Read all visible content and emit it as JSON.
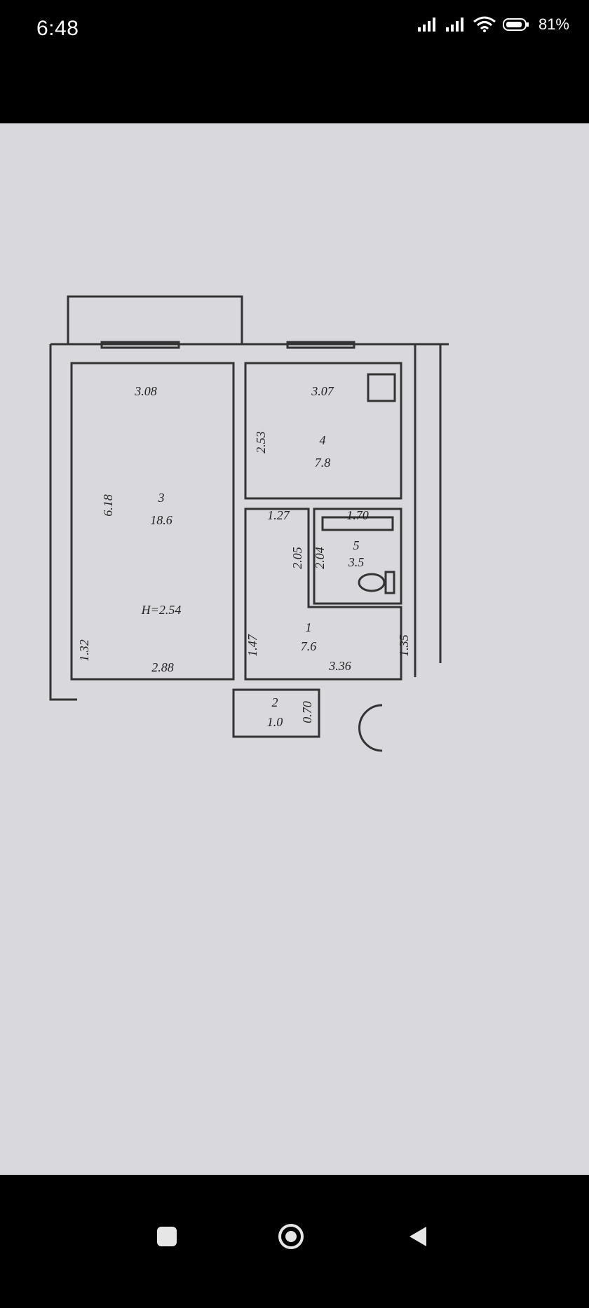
{
  "status_bar": {
    "time": "6:48",
    "battery": "81%"
  },
  "floor_plan": {
    "rooms": [
      {
        "number": "3",
        "area": "18.6"
      },
      {
        "number": "4",
        "area": "7.8"
      },
      {
        "number": "5",
        "area": "3.5"
      },
      {
        "number": "1",
        "area": "7.6"
      },
      {
        "number": "2",
        "area": "1.0"
      }
    ],
    "ceiling_height": "H=2.54",
    "dimensions": {
      "room3_top": "3.08",
      "room3_side": "6.18",
      "room3_bottom": "2.88",
      "room3_lower_left": "1.32",
      "kitchen_top": "3.07",
      "kitchen_side": "2.53",
      "hall_top": "1.27",
      "bath_top": "1.70",
      "hall_side_a": "2.05",
      "bath_side": "2.04",
      "hall_left": "1.47",
      "hall_right": "1.35",
      "hall_bottom": "3.36",
      "storage_side": "0.70"
    }
  },
  "nav_bar": {
    "icons": [
      "recent-apps-icon",
      "home-icon",
      "back-icon"
    ]
  }
}
